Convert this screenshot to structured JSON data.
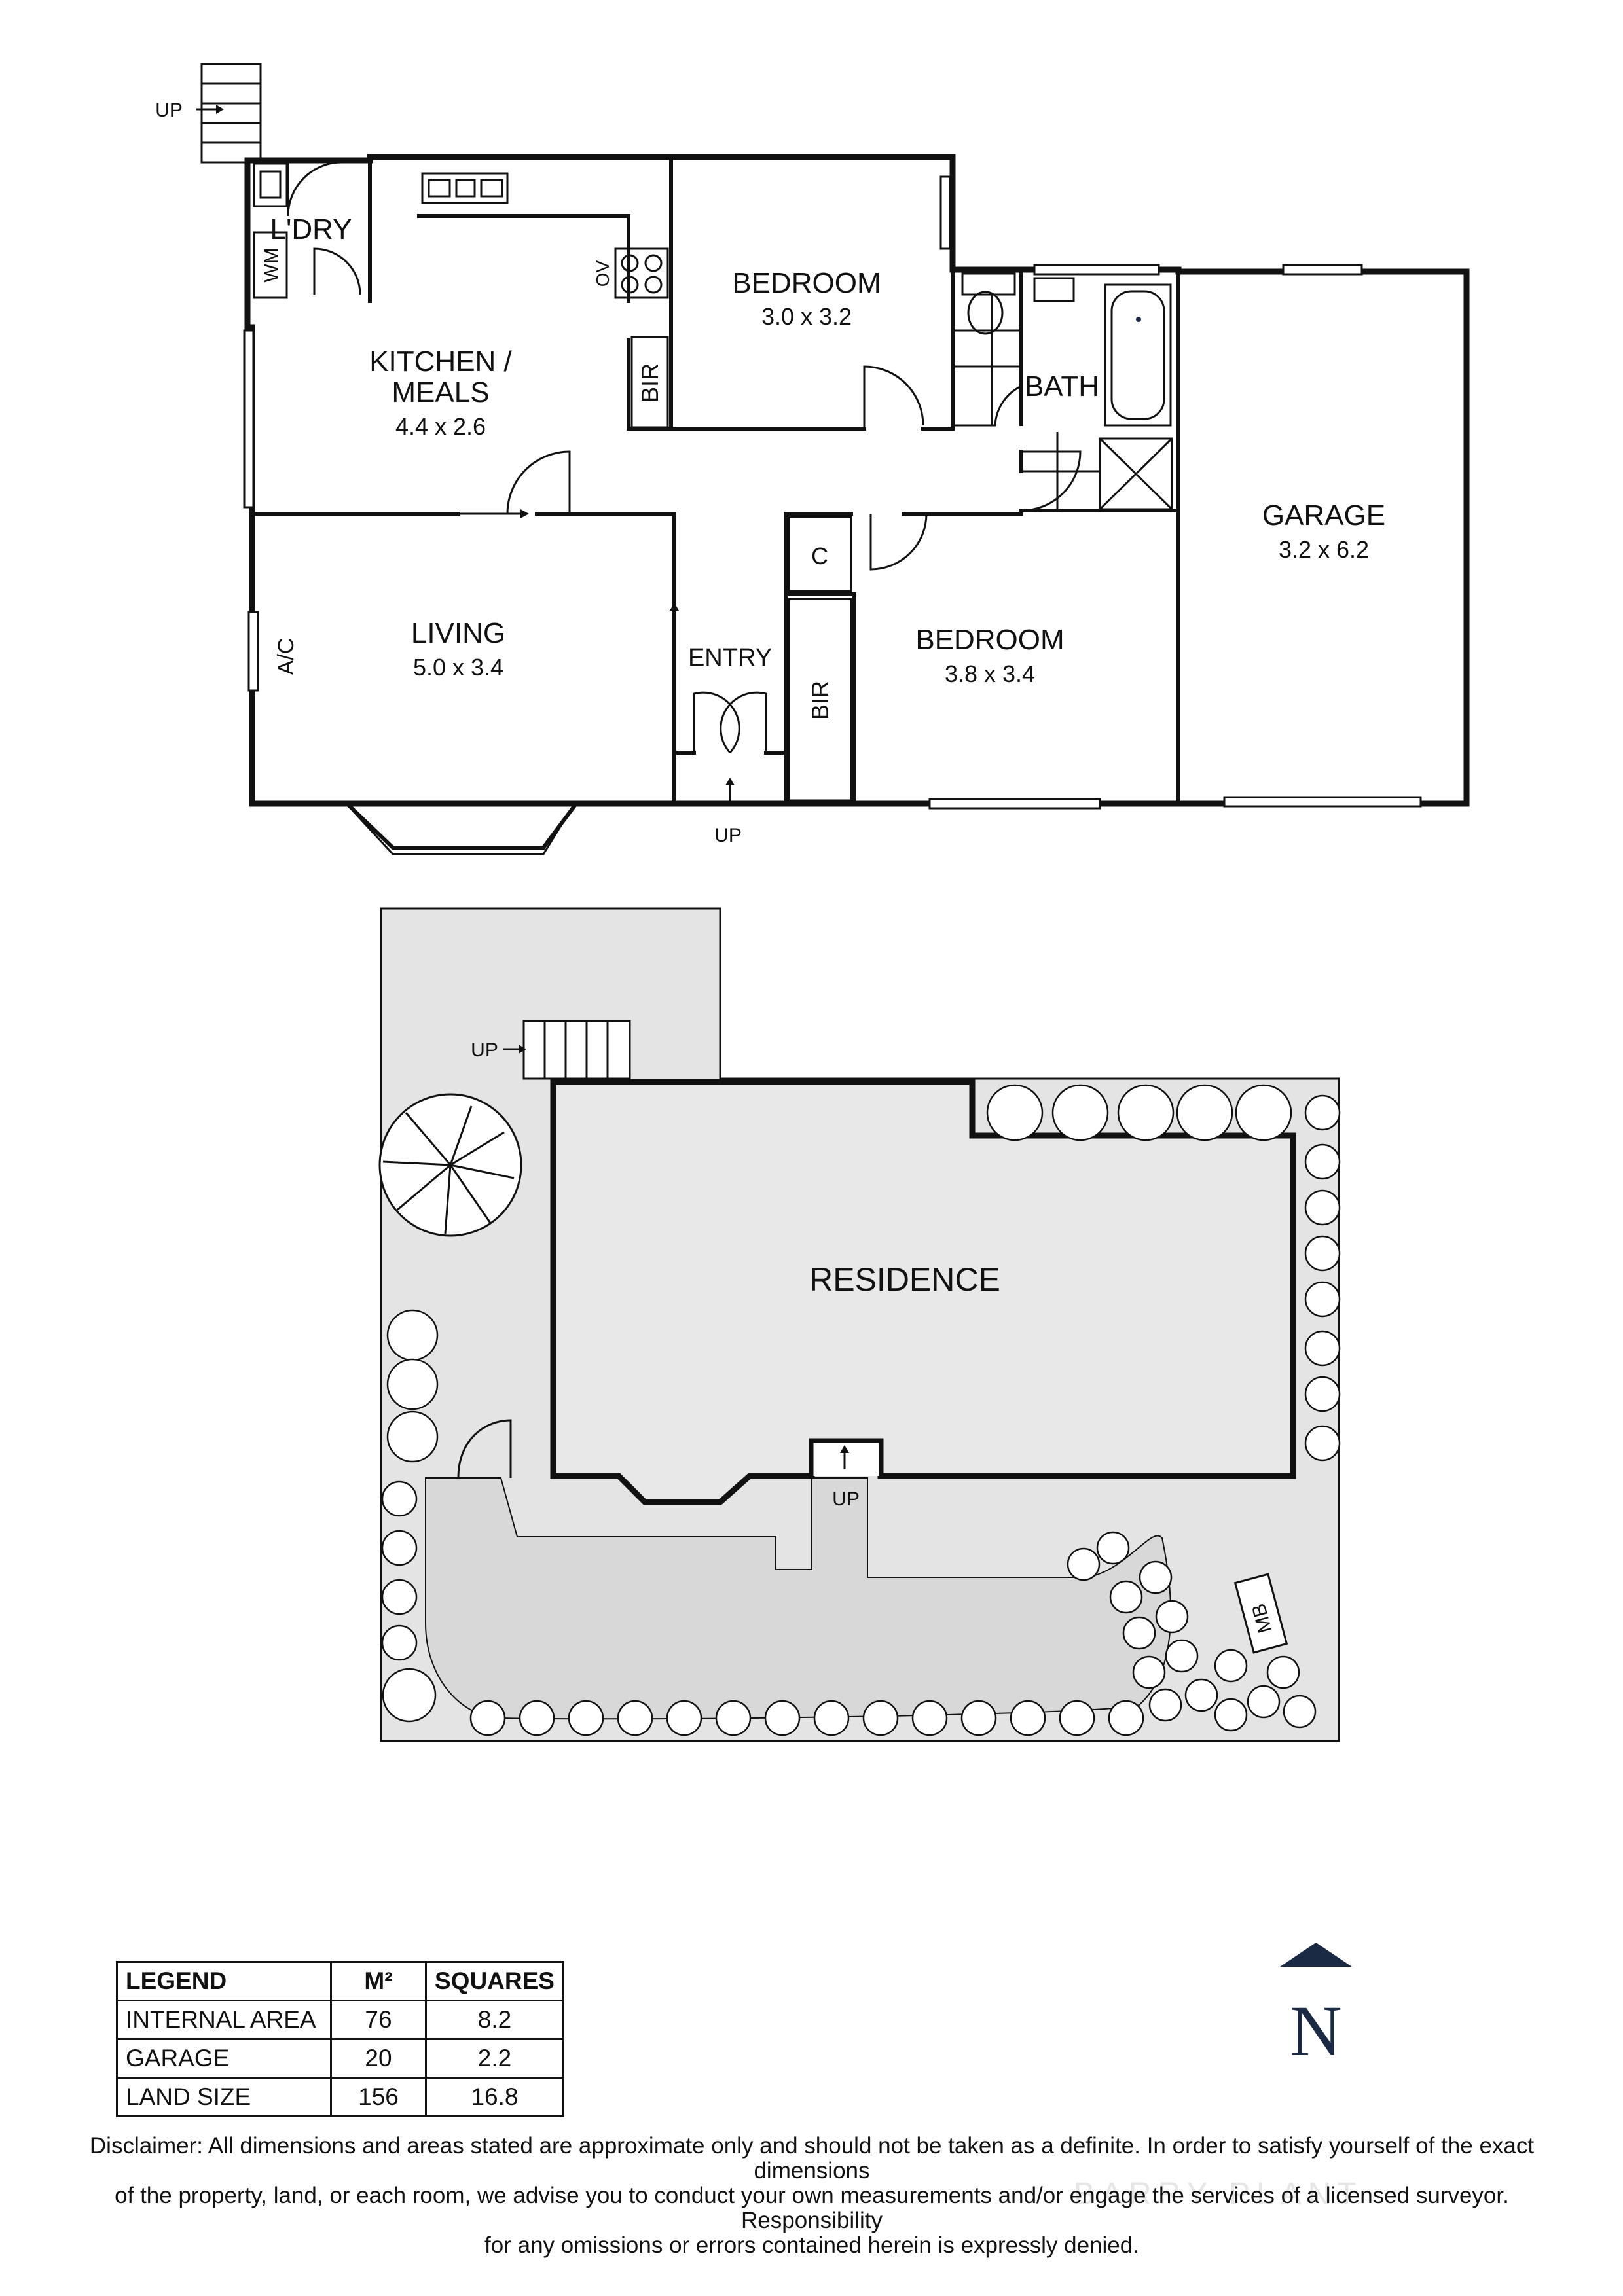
{
  "floorplan": {
    "rooms": [
      {
        "key": "bedroom1",
        "name": "BEDROOM",
        "dims": "3.0 x 3.2"
      },
      {
        "key": "kitchen",
        "name_line1": "KITCHEN /",
        "name_line2": "MEALS",
        "dims": "4.4 x 2.6"
      },
      {
        "key": "garage",
        "name": "GARAGE",
        "dims": "3.2 x 6.2"
      },
      {
        "key": "living",
        "name": "LIVING",
        "dims": "5.0 x 3.4"
      },
      {
        "key": "bedroom2",
        "name": "BEDROOM",
        "dims": "3.8 x 3.4"
      }
    ],
    "labels": {
      "laundry": "L'DRY",
      "bath": "BATH",
      "entry": "ENTRY",
      "bir": "BIR",
      "cupboard": "C",
      "oven": "OV",
      "washing_machine": "WM",
      "air_conditioner": "A/C",
      "up": "UP"
    }
  },
  "siteplan": {
    "residence_label": "RESIDENCE",
    "up": "UP",
    "mailbox": "MB"
  },
  "legend": {
    "headers": [
      "LEGEND",
      "M²",
      "SQUARES"
    ],
    "rows": [
      [
        "INTERNAL AREA",
        "76",
        "8.2"
      ],
      [
        "GARAGE",
        "20",
        "2.2"
      ],
      [
        "LAND SIZE",
        "156",
        "16.8"
      ]
    ]
  },
  "compass": {
    "label": "N"
  },
  "disclaimer": {
    "line1": "Disclaimer: All dimensions and areas stated are approximate only and should not be taken as a definite. In order to satisfy yourself of the exact dimensions",
    "line2": "of the property, land, or each room, we advise you to conduct your own measurements and/or engage the services of a licensed surveyor. Responsibility",
    "line3": "for any omissions or errors contained herein is expressly denied."
  },
  "watermark": "BARRY PLANT",
  "colors": {
    "line": "#111111",
    "site_fill": "#e4e4e4",
    "compass": "#1a2a44"
  }
}
